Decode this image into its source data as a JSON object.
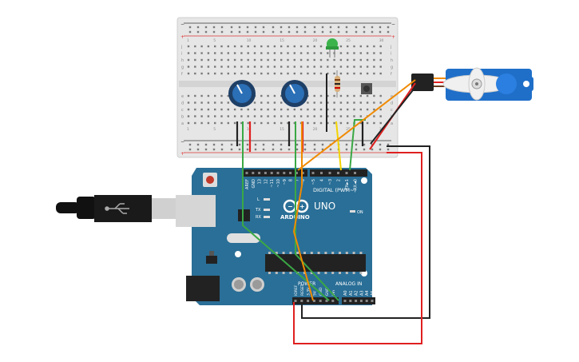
{
  "breadboard": {
    "top_row_letters": [
      "j",
      "i",
      "h",
      "g",
      "f"
    ],
    "bottom_row_letters": [
      "e",
      "d",
      "c",
      "b",
      "a"
    ],
    "column_numbers": [
      "1",
      "",
      "",
      "",
      "5",
      "",
      "",
      "",
      "",
      "10",
      "",
      "",
      "",
      "",
      "15",
      "",
      "",
      "",
      "",
      "20",
      "",
      "",
      "",
      "",
      "25",
      "",
      "",
      "",
      "",
      "30"
    ]
  },
  "arduino": {
    "board_name": "UNO",
    "brand": "ARDUINO",
    "logo": "infinity-logo",
    "digital_label": "DIGITAL (PWM~)",
    "analog_label": "ANALOG IN",
    "power_label": "POWER",
    "on_label": "ON",
    "led_l_label": "L",
    "led_tx_label": "TX",
    "led_rx_label": "RX",
    "digital_pins": [
      "AREF",
      "GND",
      "13",
      "12",
      "~11",
      "~10",
      "~9",
      "8",
      "7",
      "~6",
      "~5",
      "4",
      "~3",
      "2",
      "TX►1",
      "RX◄0"
    ],
    "power_pins": [
      "IOREF",
      "RESET",
      "3.3V",
      "5V",
      "GND",
      "GND",
      "Vin"
    ],
    "analog_pins": [
      "A0",
      "A1",
      "A2",
      "A3",
      "A4",
      "A5"
    ]
  },
  "components": {
    "usb_cable": "usb-b-cable",
    "servo": "micro-servo",
    "led_color": "#3cb44b",
    "potentiometer_count": 2
  },
  "colors": {
    "board": "#2a6f97",
    "breadboard": "#e8e8e8",
    "wire_red": "#e02020",
    "wire_black": "#222222",
    "wire_orange": "#f08a00",
    "wire_green": "#3aa845",
    "wire_yellow": "#f2d400",
    "servo_blue": "#1f6fc9"
  }
}
